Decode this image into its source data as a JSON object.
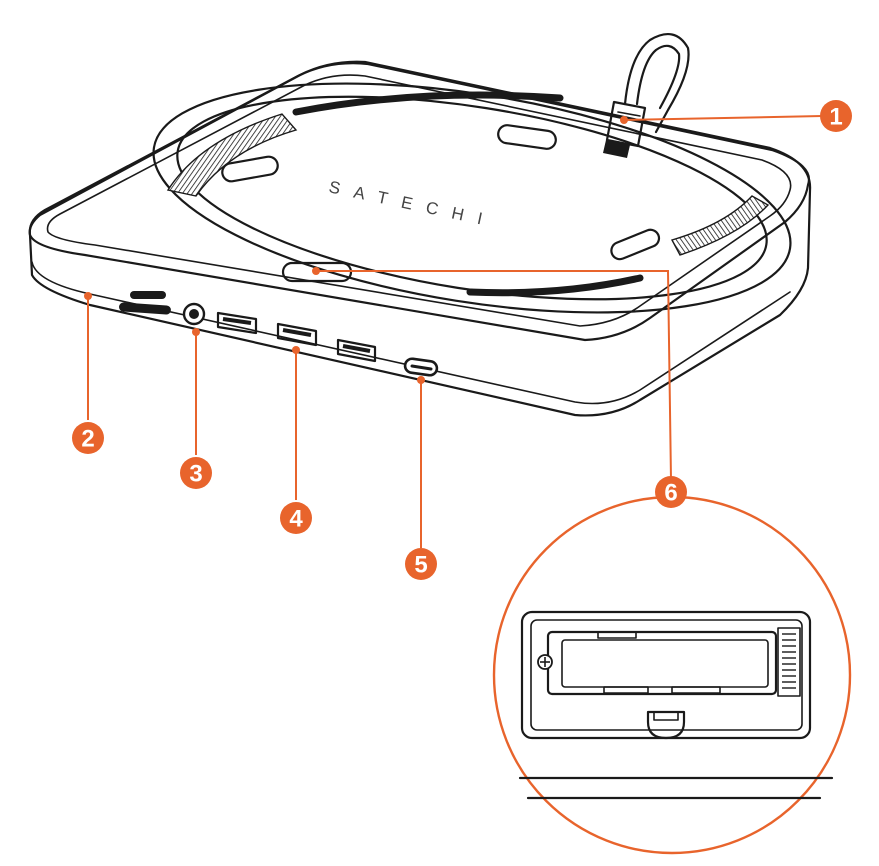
{
  "brand_text": "SATECHI",
  "accent_color": "#e8642c",
  "callouts": [
    {
      "number": "1",
      "label": "",
      "target": "usb-c-cable-connector"
    },
    {
      "number": "2",
      "label": "",
      "target": "sd-micro-sd-card-slots"
    },
    {
      "number": "3",
      "label": "",
      "target": "headphone-jack"
    },
    {
      "number": "4",
      "label": "",
      "target": "usb-a-ports"
    },
    {
      "number": "5",
      "label": "",
      "target": "usb-c-port"
    },
    {
      "number": "6",
      "label": "",
      "target": "ssd-enclosure-slot"
    }
  ]
}
